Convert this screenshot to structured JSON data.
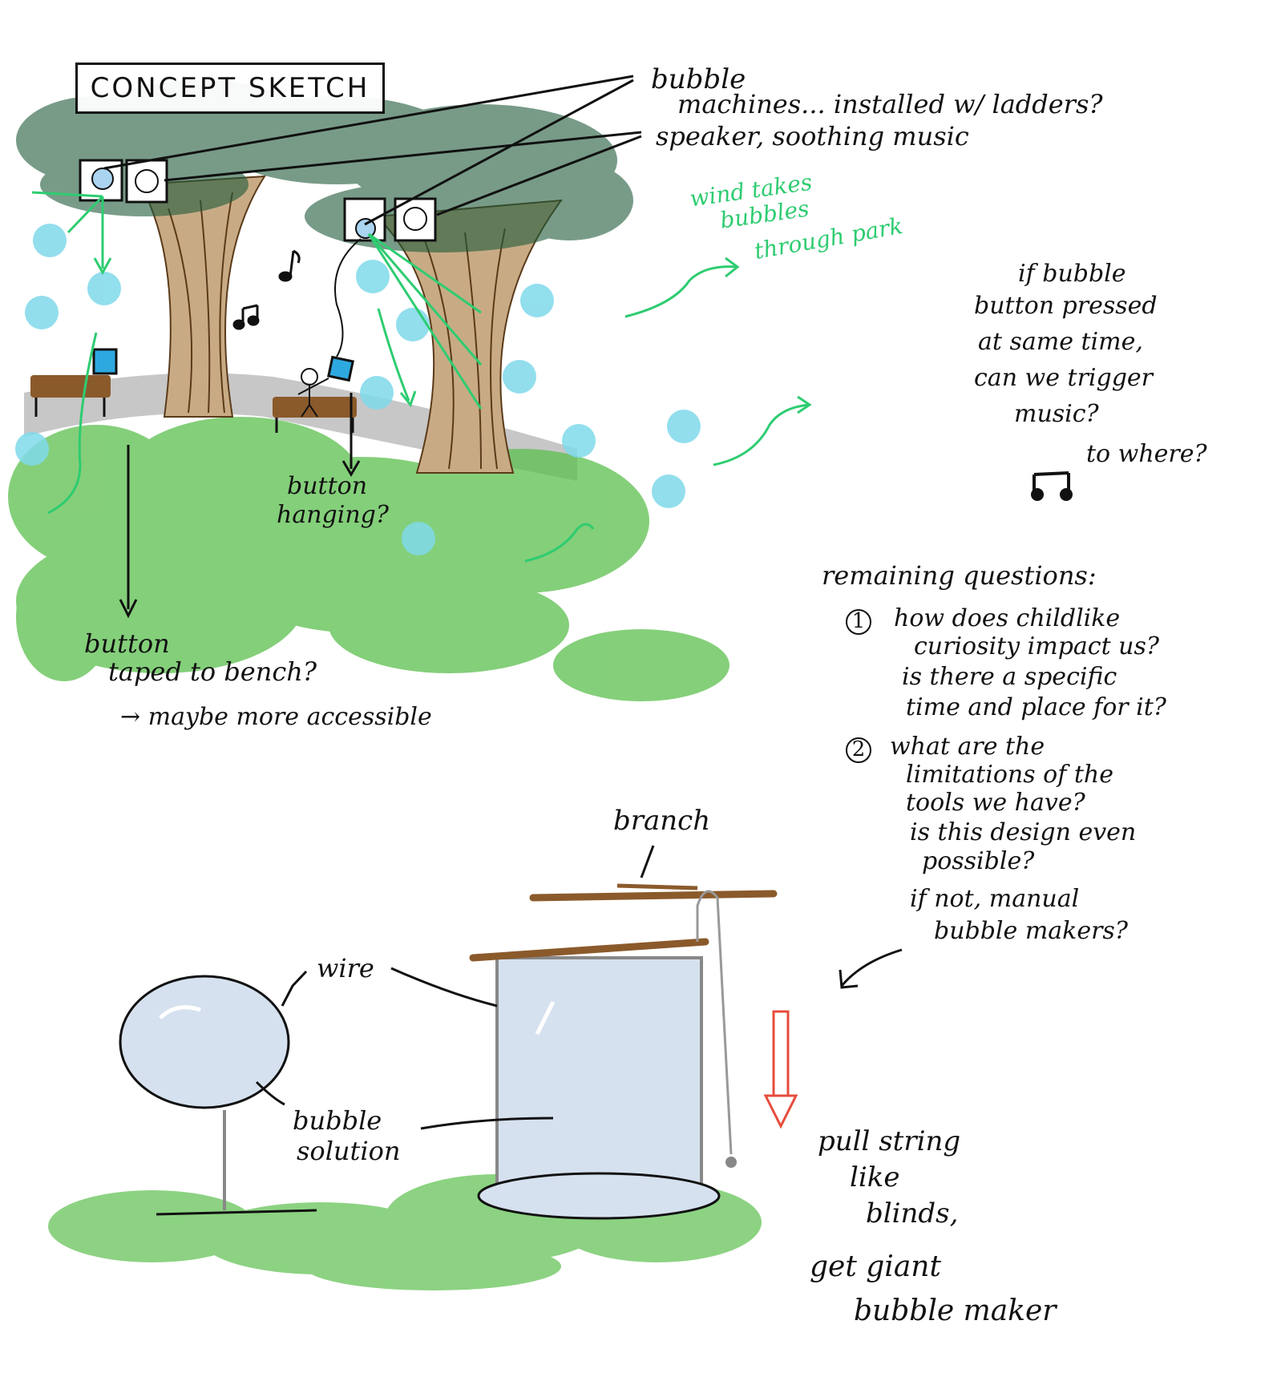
{
  "title": "CONCEPT SKETCH",
  "callouts": {
    "bubble_machines_1": "bubble",
    "bubble_machines_2": "machines... installed w/ ladders?",
    "speaker": "speaker, soothing music",
    "wind_1": "wind takes",
    "wind_2": "bubbles",
    "wind_3": "through park",
    "button_hanging_1": "button",
    "button_hanging_2": "hanging?",
    "button_bench_1": "button",
    "button_bench_2": "taped to bench?",
    "accessible": "→ maybe more accessible"
  },
  "music_question": {
    "lines": [
      "if bubble",
      "button pressed",
      "at same time,",
      "can we trigger",
      "music?"
    ],
    "to_where": "to where?"
  },
  "remaining": {
    "heading": "remaining questions:",
    "q1_num": "1",
    "q1_lines": [
      "how does childlike",
      "curiosity impact us?",
      "is there a specific",
      "time and place for it?"
    ],
    "q2_num": "2",
    "q2_lines": [
      "what are the",
      "limitations of the",
      "tools we have?",
      "is this design even",
      "possible?",
      "if not, manual",
      "bubble makers?"
    ]
  },
  "bottom_labels": {
    "branch": "branch",
    "wire": "wire",
    "solution_1": "bubble",
    "solution_2": "solution",
    "pull_lines": [
      "pull string",
      "like",
      "blinds,",
      "get giant",
      "bubble maker"
    ]
  },
  "colors": {
    "foliage": "#1f5a3a",
    "trunk": "#b89a78",
    "grass": "#5cbf4e",
    "bubble": "#7fd9ea",
    "arrow_green": "#2ecc71",
    "arrow_red": "#e74c3c",
    "film": "#d6e1ef",
    "branch": "#8b5a2b"
  }
}
